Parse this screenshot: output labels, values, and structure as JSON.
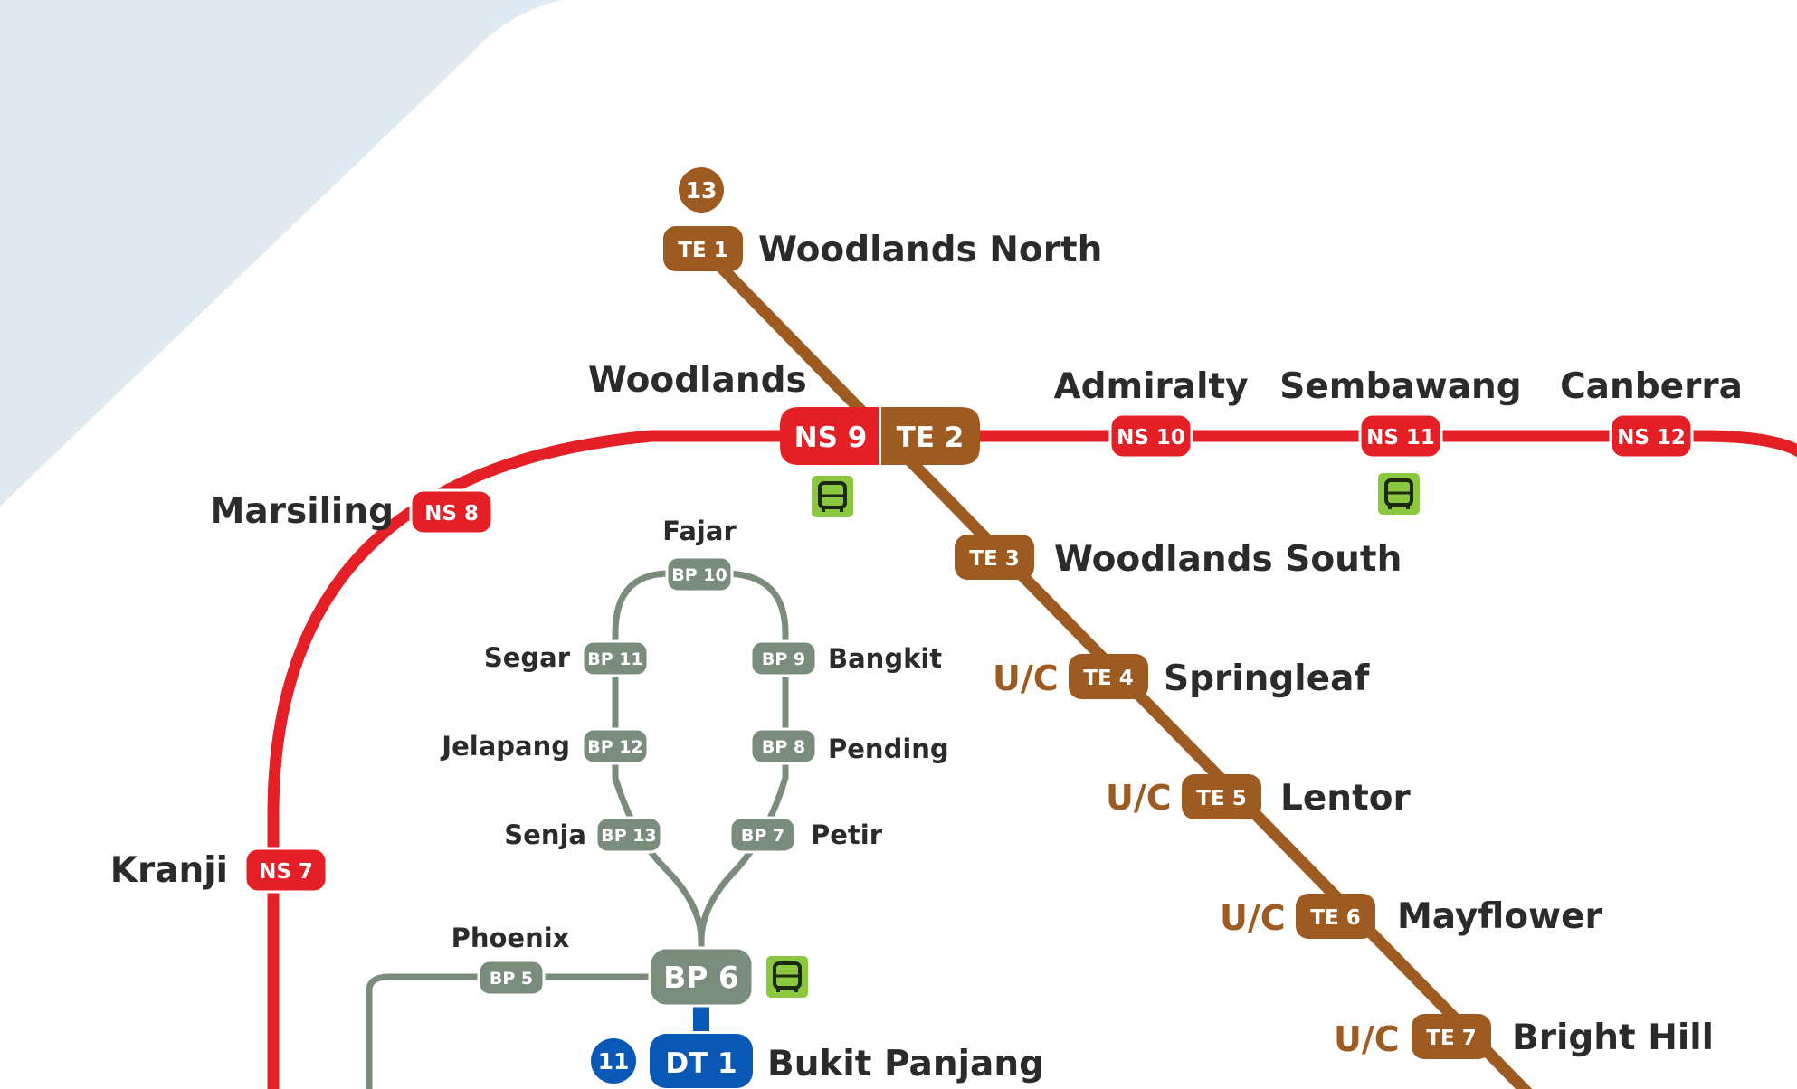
{
  "colors": {
    "water": "#dfeaf1",
    "ns_line": "#e41f25",
    "te_line": "#9d5b22",
    "bp_line": "#7a8c7b",
    "dt_line": "#0a58b5",
    "bus": "#8cc83f",
    "label": "#2b2b2b"
  },
  "line_number_badges": {
    "te": "13",
    "dt": "11"
  },
  "stations": {
    "te1": {
      "code": "TE 1",
      "name": "Woodlands North"
    },
    "te2": {
      "code": "TE 2"
    },
    "te3": {
      "code": "TE 3",
      "name": "Woodlands South"
    },
    "te4": {
      "code": "TE 4",
      "name": "Springleaf",
      "status": "U/C"
    },
    "te5": {
      "code": "TE 5",
      "name": "Lentor",
      "status": "U/C"
    },
    "te6": {
      "code": "TE 6",
      "name": "Mayflower",
      "status": "U/C"
    },
    "te7": {
      "code": "TE 7",
      "name": "Bright Hill",
      "status": "U/C"
    },
    "ns7": {
      "code": "NS 7",
      "name": "Kranji"
    },
    "ns8": {
      "code": "NS 8",
      "name": "Marsiling"
    },
    "ns9": {
      "code": "NS 9",
      "name": "Woodlands"
    },
    "ns10": {
      "code": "NS 10",
      "name": "Admiralty"
    },
    "ns11": {
      "code": "NS 11",
      "name": "Sembawang"
    },
    "ns12": {
      "code": "NS 12",
      "name": "Canberra"
    },
    "bp5": {
      "code": "BP 5",
      "name": "Phoenix"
    },
    "bp6": {
      "code": "BP 6"
    },
    "bp7": {
      "code": "BP 7",
      "name": "Petir"
    },
    "bp8": {
      "code": "BP 8",
      "name": "Pending"
    },
    "bp9": {
      "code": "BP 9",
      "name": "Bangkit"
    },
    "bp10": {
      "code": "BP 10",
      "name": "Fajar"
    },
    "bp11": {
      "code": "BP 11",
      "name": "Segar"
    },
    "bp12": {
      "code": "BP 12",
      "name": "Jelapang"
    },
    "bp13": {
      "code": "BP 13",
      "name": "Senja"
    },
    "dt1": {
      "code": "DT 1",
      "name": "Bukit Panjang"
    }
  },
  "bus_interchanges": [
    "Woodlands",
    "Sembawang",
    "Bukit Panjang"
  ]
}
